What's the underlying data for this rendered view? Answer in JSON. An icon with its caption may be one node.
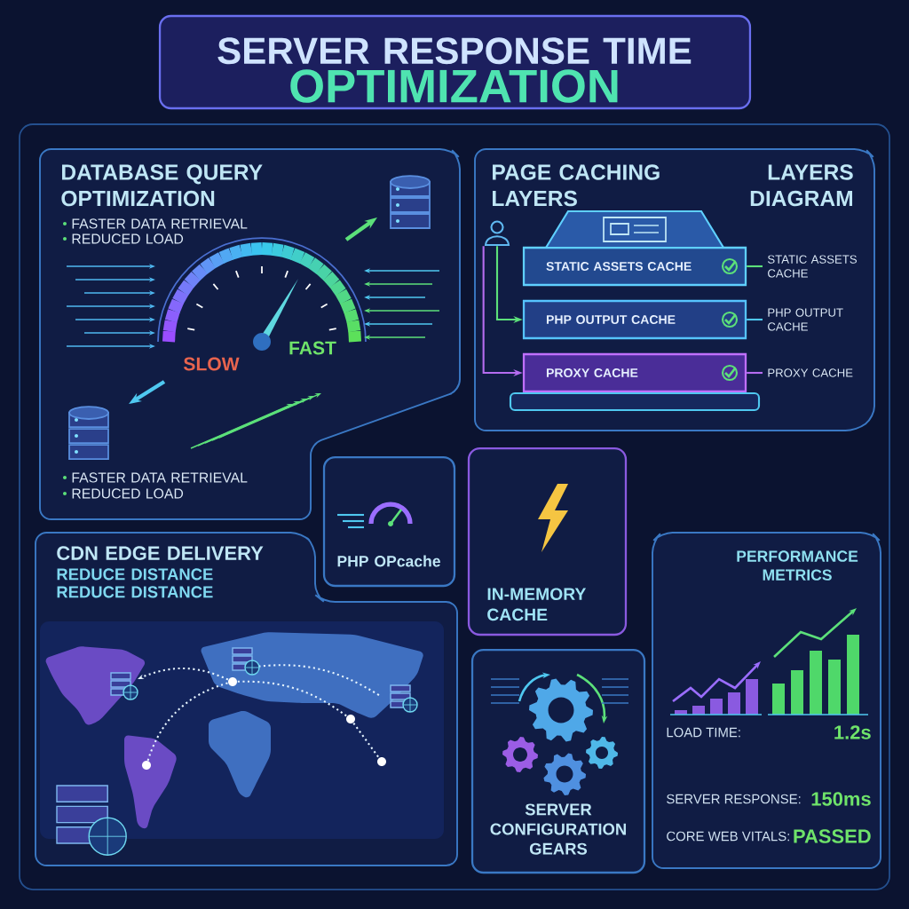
{
  "diagram": {
    "nodes": [
      {
        "text": [
          "SERVER RESPONSE TIME",
          "OPTIMIZATION"
        ]
      },
      {
        "text": [
          "DATABASE QUERY OPTIMIZATION",
          "FASTER DATA RETRIEVAL",
          "REDUCED LOAD",
          "SLOW",
          "FAST",
          "FASTER DATA RETRIEVAL",
          "REDUCED LOAD"
        ]
      },
      {
        "text": [
          "PAGE CACHING LAYERS",
          "LAYERS DIAGRAM"
        ]
      },
      {
        "text": [
          "STATIC ASSETS CACHE"
        ],
        "in": 2
      },
      {
        "text": [
          "PHP OUTPUT CACHE"
        ],
        "in": 2
      },
      {
        "text": [
          "PROXY CACHE"
        ],
        "in": 2
      },
      {
        "text": [
          "STATIC ASSETS CACHE"
        ],
        "in": 2
      },
      {
        "text": [
          "PHP OUTPUT CACHE"
        ],
        "in": 2
      },
      {
        "text": [
          "PROXY CACHE"
        ],
        "in": 2
      },
      {
        "text": [],
        "shape": "person",
        "in": 2
      },
      {
        "text": [
          "PHP OPcache"
        ]
      },
      {
        "text": [
          "IN-MEMORY CACHE"
        ]
      },
      {
        "text": [
          "CDN EDGE DELIVERY",
          "REDUCE DISTANCE",
          "REDUCE DISTANCE"
        ]
      },
      {
        "text": [
          "SERVER CONFIGURATION GEARS"
        ]
      },
      {
        "text": [
          "PERFORMANCE METRICS",
          "LOAD TIME:",
          "1.2s",
          "SERVER RESPONSE:",
          "150ms",
          "CORE WEB VITALS:",
          "PASSED"
        ]
      }
    ],
    "edges": [
      {
        "from": 3,
        "to": 6,
        "arrow": "none",
        "color": "#5ce07a"
      },
      {
        "from": 4,
        "to": 7,
        "arrow": "none",
        "color": "#4fc8f0"
      },
      {
        "from": 5,
        "to": 8,
        "arrow": "none",
        "color": "#b56cf0"
      },
      {
        "from": 9,
        "to": 4,
        "arrow": "to",
        "color": "#5ce07a"
      },
      {
        "from": 9,
        "to": 5,
        "arrow": "to",
        "color": "#b56cf0"
      }
    ]
  }
}
